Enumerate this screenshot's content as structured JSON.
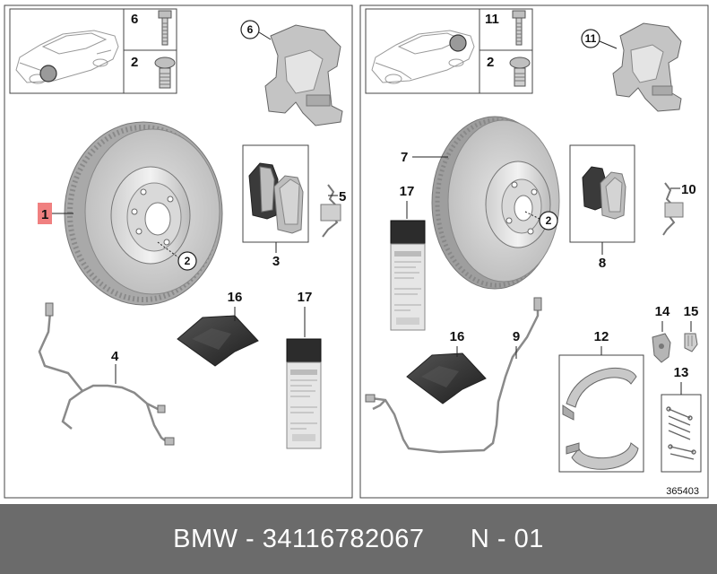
{
  "diagram_number": "365403",
  "footer": {
    "brand": "BMW",
    "separator": " - ",
    "part_number": "34116782067",
    "spacer": "      ",
    "position": "N - 01"
  },
  "left_panel": {
    "inset_labels": [
      "6",
      "2"
    ],
    "callouts": {
      "disc": "1",
      "caliper_carrier": "6",
      "bolt": "2",
      "pads": "3",
      "spring": "5",
      "wear_sensor": "4",
      "cloth": "16",
      "spray": "17"
    }
  },
  "right_panel": {
    "inset_labels": [
      "11",
      "2"
    ],
    "callouts": {
      "disc": "7",
      "caliper_carrier": "11",
      "bolt": "2",
      "pads": "8",
      "spring": "10",
      "wear_sensor": "9",
      "cloth": "16",
      "spray": "17",
      "shoes": "12",
      "hardware_kit": "13",
      "adjuster": "14",
      "retainer": "15"
    }
  },
  "colors": {
    "highlight": "#f08080",
    "part_gray": "#b8b8b8",
    "dark_part": "#3a3a3a",
    "footer_bg": "#6b6b6b",
    "footer_text": "#ffffff"
  }
}
